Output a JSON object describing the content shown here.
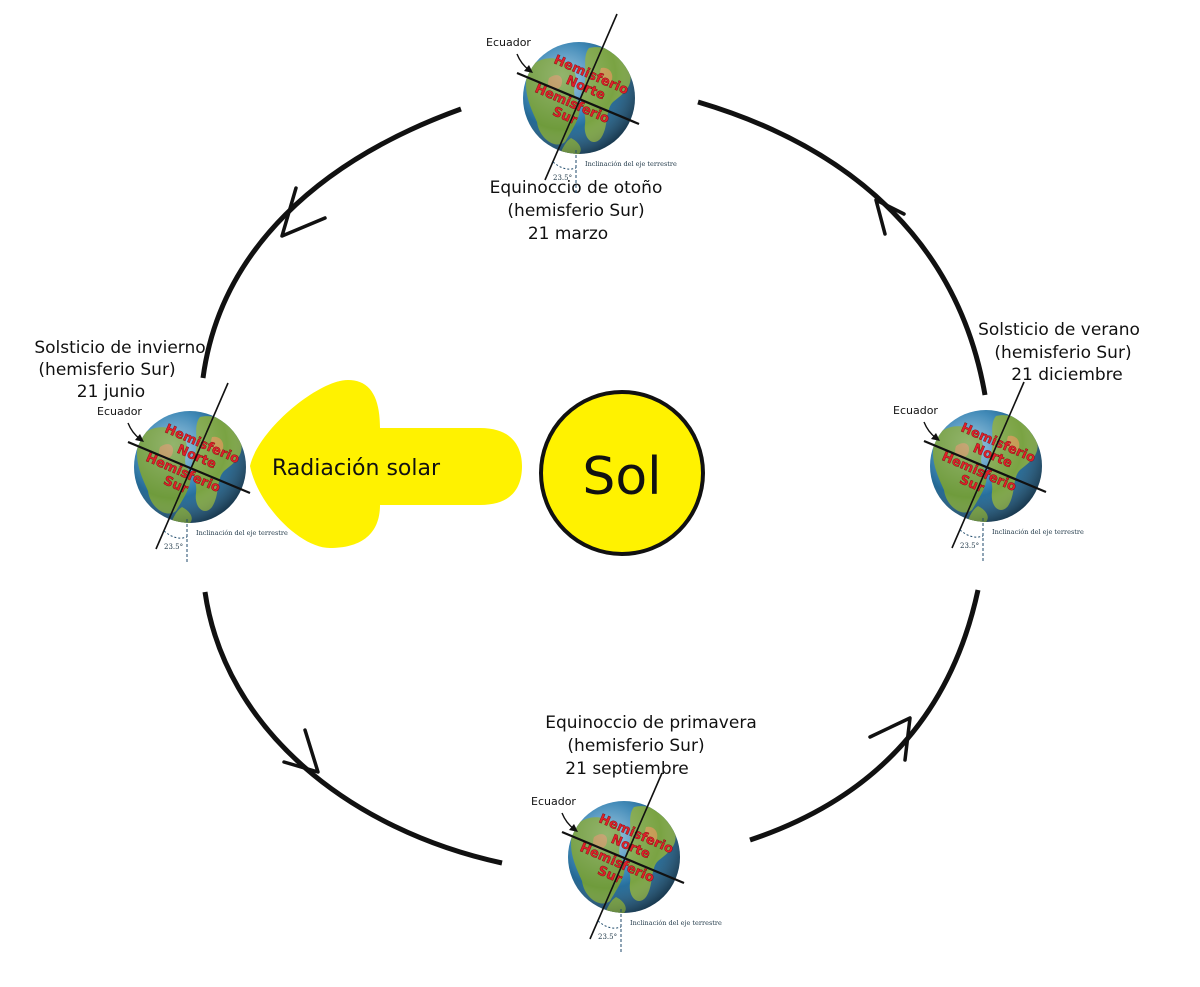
{
  "sun": {
    "label": "Sol",
    "color": "#fff200"
  },
  "radiation": {
    "label": "Radiación solar",
    "color": "#fff200"
  },
  "positions": [
    {
      "id": "top",
      "line1": "Equinoccio de otoño",
      "line2": "(hemisferio Sur)",
      "line3": "21 marzo"
    },
    {
      "id": "left",
      "line1": "Solsticio de invierno",
      "line2": "(hemisferio Sur)",
      "line3": "21 junio"
    },
    {
      "id": "right",
      "line1": "Solsticio de verano",
      "line2": "(hemisferio Sur)",
      "line3": "21 diciembre"
    },
    {
      "id": "bottom",
      "line1": "Equinoccio de primavera",
      "line2": "(hemisferio Sur)",
      "line3": "21 septiembre"
    }
  ],
  "globe": {
    "equator_label": "Ecuador",
    "north_label_1": "Hemisferio",
    "north_label_2": "Norte",
    "south_label_1": "Hemisferio",
    "south_label_2": "Sur",
    "tilt_label": "Inclinación del eje terrestre",
    "tilt_degrees": "23.5°"
  },
  "colors": {
    "orbit": "#111111",
    "hemisphere_text": "#e0202a",
    "ocean": "#2a6f9e",
    "land": "#6d9a3a"
  }
}
